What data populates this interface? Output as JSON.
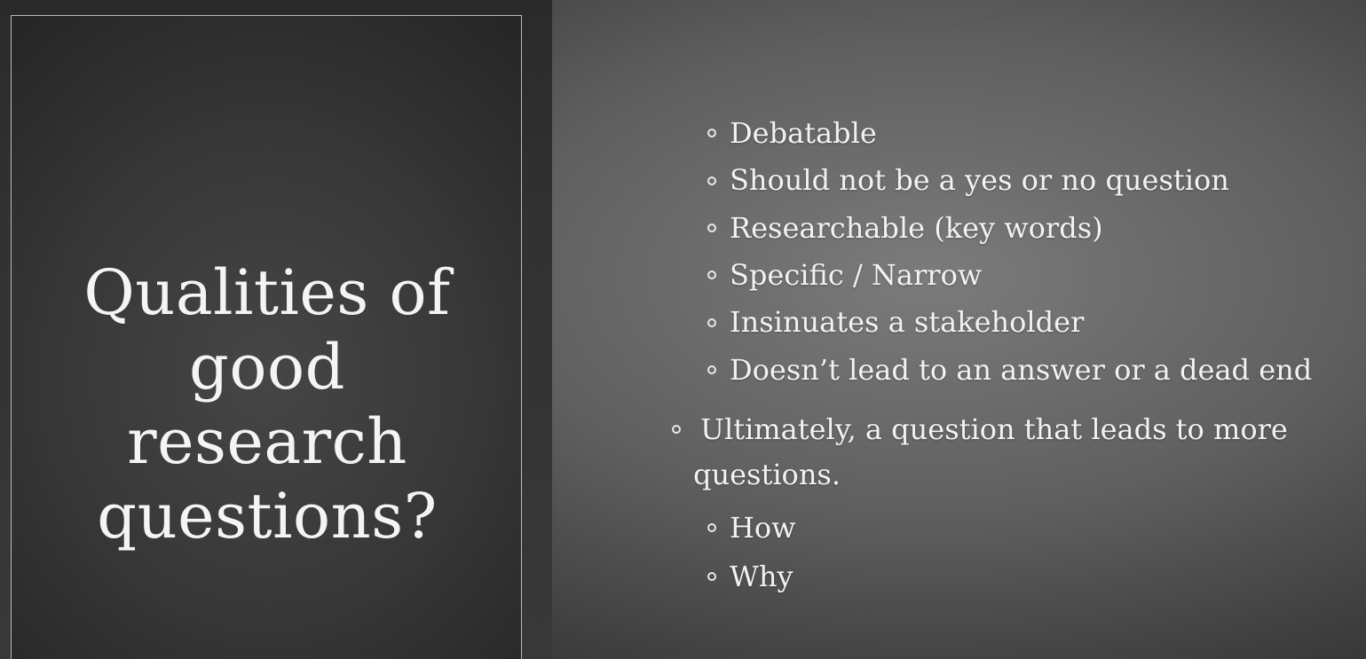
{
  "slide": {
    "title_lines": [
      "Qualities of",
      "good",
      "research",
      "questions?"
    ],
    "bullets": {
      "debatable": "Debatable",
      "not_yes_no": "Should not be a yes or no question",
      "researchable": "Researchable (key words)",
      "specific": "Specific / Narrow",
      "stakeholder": "Insinuates a stakeholder",
      "no_dead_end": "Doesn’t lead to an answer or a dead end",
      "ultimately_line1": "Ultimately, a question that leads to more",
      "ultimately_line2": "questions.",
      "how": "How",
      "why": "Why"
    }
  }
}
